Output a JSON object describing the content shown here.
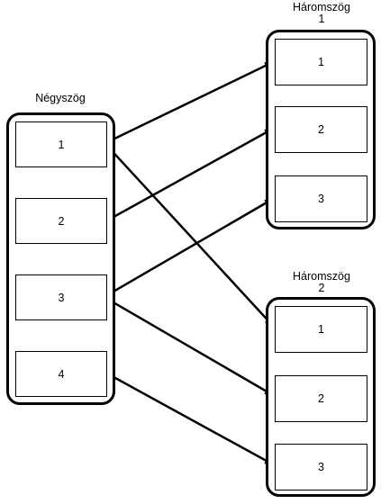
{
  "diagram": {
    "left_group": {
      "title": "Négyszög",
      "items": [
        "1",
        "2",
        "3",
        "4"
      ]
    },
    "right_groups": [
      {
        "title_lines": [
          "Háromszög",
          "1"
        ],
        "items": [
          "1",
          "2",
          "3"
        ]
      },
      {
        "title_lines": [
          "Háromszög",
          "2"
        ],
        "items": [
          "1",
          "2",
          "3"
        ]
      }
    ],
    "edges": [
      {
        "from": "Négyszög 1",
        "to": "Háromszög 1 / 1"
      },
      {
        "from": "Négyszög 1",
        "to": "Háromszög 2 / 1"
      },
      {
        "from": "Négyszög 2",
        "to": "Háromszög 1 / 2"
      },
      {
        "from": "Négyszög 3",
        "to": "Háromszög 1 / 3"
      },
      {
        "from": "Négyszög 3",
        "to": "Háromszög 2 / 2"
      },
      {
        "from": "Négyszög 4",
        "to": "Háromszög 2 / 3"
      }
    ]
  }
}
